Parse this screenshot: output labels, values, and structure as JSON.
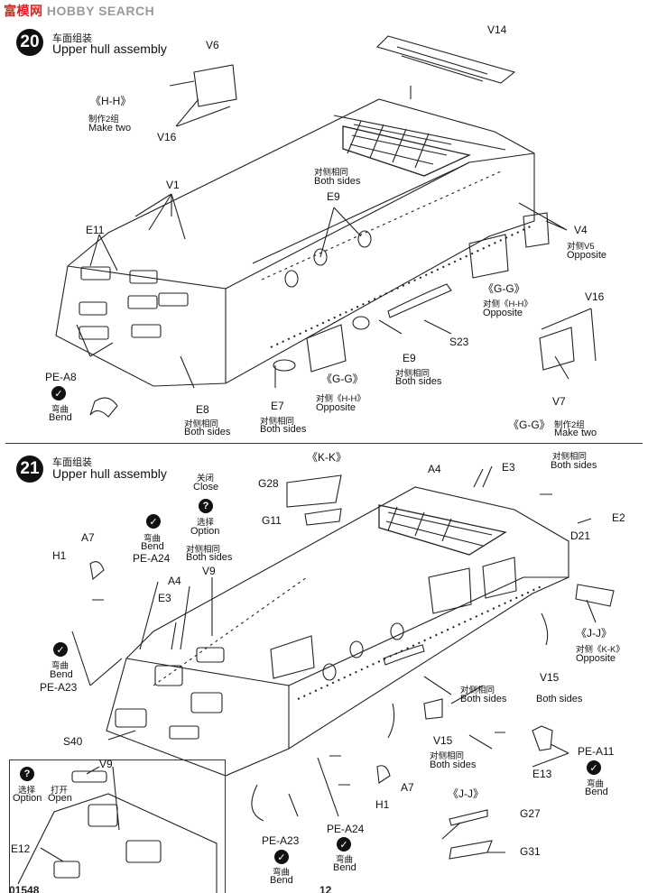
{
  "watermark": {
    "part1": "富",
    "part2": "模",
    "part3": "网",
    "part4": "HOBBY SEARCH"
  },
  "step20": {
    "number": "20",
    "title_cn": "车面组装",
    "title_en": "Upper hull assembly",
    "labels": {
      "V6": "V6",
      "V14": "V14",
      "HH": "《H-H》",
      "make_two_cn": "制作2组",
      "make_two_en": "Make two",
      "V16a": "V16",
      "V1": "V1",
      "both_cn": "对侧相同",
      "both_en": "Both sides",
      "E9a": "E9",
      "E11": "E11",
      "V4": "V4",
      "opp_v5_cn": "对侧V5",
      "opposite": "Opposite",
      "GG": "《G-G》",
      "opp_hh_cn": "对侧《H-H》",
      "V16b": "V16",
      "S23": "S23",
      "E9b": "E9",
      "PEA8": "PE-A8",
      "bend_cn": "弯曲",
      "bend_en": "Bend",
      "E8": "E8",
      "E7": "E7",
      "V7": "V7"
    }
  },
  "step21": {
    "number": "21",
    "title_cn": "车面组装",
    "title_en": "Upper hull assembly",
    "labels": {
      "KK": "《K-K》",
      "A4": "A4",
      "E3": "E3",
      "both_cn": "对侧相同",
      "both_en": "Both sides",
      "close_cn": "关闭",
      "close_en": "Close",
      "G28": "G28",
      "G11": "G11",
      "select_cn": "选择",
      "select_en": "Option",
      "bend_cn": "弯曲",
      "bend_en": "Bend",
      "PEA24": "PE-A24",
      "V9": "V9",
      "A7": "A7",
      "H1": "H1",
      "E2": "E2",
      "D21": "D21",
      "JJ": "《J-J》",
      "opp_kk_cn": "对侧《K-K》",
      "opposite": "Opposite",
      "PEA23": "PE-A23",
      "V15": "V15",
      "S40": "S40",
      "PEA11": "PE-A11",
      "E13": "E13",
      "open_cn": "打开",
      "open_en": "Open",
      "E12": "E12",
      "JJ2": "《J-J》",
      "G27": "G27",
      "G31": "G31"
    }
  },
  "footer": {
    "left": "01548",
    "center": "12"
  },
  "icon_glyphs": {
    "bend": "✓",
    "option": "?"
  }
}
